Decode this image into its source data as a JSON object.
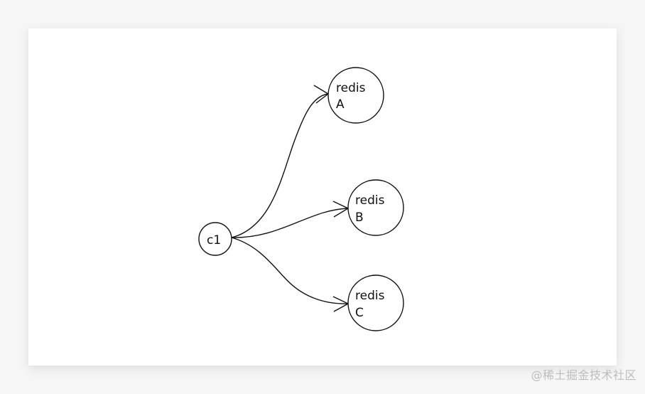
{
  "diagram": {
    "nodes": [
      {
        "id": "c1",
        "lines": [
          "c1"
        ]
      },
      {
        "id": "redisA",
        "lines": [
          "redis",
          "A"
        ]
      },
      {
        "id": "redisB",
        "lines": [
          "redis",
          "B"
        ]
      },
      {
        "id": "redisC",
        "lines": [
          "redis",
          "C"
        ]
      }
    ],
    "edges": [
      {
        "from": "c1",
        "to": "redisA"
      },
      {
        "from": "c1",
        "to": "redisB"
      },
      {
        "from": "c1",
        "to": "redisC"
      }
    ]
  },
  "watermark": "@稀土掘金技术社区"
}
